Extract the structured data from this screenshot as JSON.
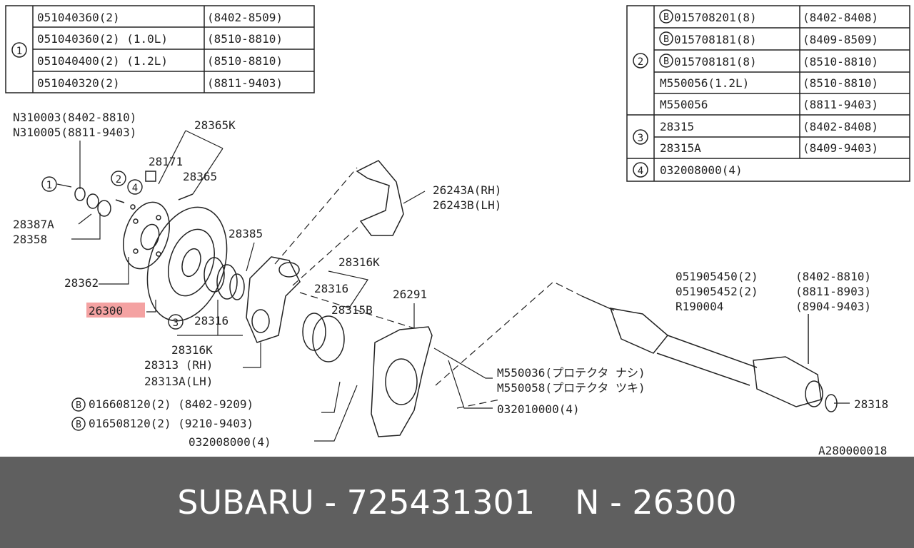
{
  "table_left": {
    "marker": "1",
    "rows": [
      [
        "051040360(2)",
        "(8402-8509)"
      ],
      [
        "051040360(2) (1.0L)",
        "(8510-8810)"
      ],
      [
        "051040400(2) (1.2L)",
        "(8510-8810)"
      ],
      [
        "051040320(2)",
        "(8811-9403)"
      ]
    ]
  },
  "table_right": {
    "groups": [
      {
        "marker": "2",
        "rows": [
          [
            "B",
            "015708201(8)",
            "(8402-8408)"
          ],
          [
            "B",
            "015708181(8)",
            "(8409-8509)"
          ],
          [
            "B",
            "015708181(8)",
            "(8510-8810)"
          ],
          [
            "",
            "M550056(1.2L)",
            "(8510-8810)"
          ],
          [
            "",
            "M550056",
            "(8811-9403)"
          ]
        ]
      },
      {
        "marker": "3",
        "rows": [
          [
            "",
            "28315",
            "(8402-8408)"
          ],
          [
            "",
            "28315A",
            "(8409-9403)"
          ]
        ]
      },
      {
        "marker": "4",
        "rows": [
          [
            "",
            "032008000(4)",
            ""
          ]
        ]
      }
    ]
  },
  "labels": {
    "nut1": "N310003(8402-8810)",
    "nut2": "N310005(8811-9403)",
    "hub_kit": "28365K",
    "p28171": "28171",
    "p28365": "28365",
    "p28387a": "28387A",
    "p28358": "28358",
    "p28385": "28385",
    "p28362": "28362",
    "p26300": "26300",
    "p28316_left": "28316",
    "p28316k_left": "28316K",
    "housing_rh": "28313 (RH)",
    "housing_lh": "28313A(LH)",
    "caliper_rh": "26243A(RH)",
    "caliper_lh": "26243B(LH)",
    "p28316k_right": "28316K",
    "p28316_right": "28316",
    "p28315b": "28315B",
    "p26291": "26291",
    "bolt1": "016608120(2) (8402-9209)",
    "bolt2": "016508120(2) (9210-9403)",
    "washer_left": "032008000(4)",
    "prot1": "M550036(プロテクタ ナシ)",
    "prot2": "M550058(プロテクタ ツキ)",
    "washer_right": "032010000(4)",
    "shaft1": "051905450(2)",
    "shaft1_date": "(8402-8810)",
    "shaft2": "051905452(2)",
    "shaft2_date": "(8811-8903)",
    "shaft3": "R190004",
    "shaft3_date": "(8904-9403)",
    "p28318": "28318",
    "diagram_code": "A280000018",
    "callout_1": "1",
    "callout_2": "2",
    "callout_3": "3",
    "callout_4": "4",
    "bolt_badge": "B"
  },
  "footer": {
    "brand_part": "SUBARU - 725431301",
    "number": "N - 26300"
  }
}
